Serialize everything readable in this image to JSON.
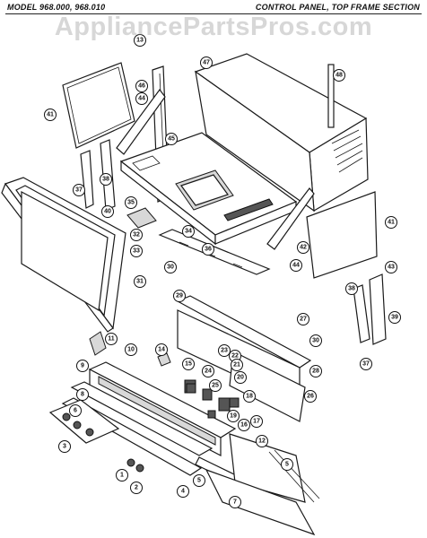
{
  "header": {
    "model": "MODEL 968.000, 968.010",
    "section": "CONTROL PANEL, TOP FRAME SECTION"
  },
  "watermark": "AppliancePartsPros.com",
  "callouts": [
    {
      "id": "c13",
      "label": "13"
    },
    {
      "id": "c47",
      "label": "47"
    },
    {
      "id": "c48",
      "label": "48"
    },
    {
      "id": "c41a",
      "label": "41"
    },
    {
      "id": "c46",
      "label": "46"
    },
    {
      "id": "c44a",
      "label": "44"
    },
    {
      "id": "c45",
      "label": "45"
    },
    {
      "id": "c37a",
      "label": "37"
    },
    {
      "id": "c38a",
      "label": "38"
    },
    {
      "id": "c40",
      "label": "40"
    },
    {
      "id": "c35",
      "label": "35"
    },
    {
      "id": "c34",
      "label": "34"
    },
    {
      "id": "c32",
      "label": "32"
    },
    {
      "id": "c33",
      "label": "33"
    },
    {
      "id": "c36",
      "label": "36"
    },
    {
      "id": "c30",
      "label": "30"
    },
    {
      "id": "c31",
      "label": "31"
    },
    {
      "id": "c41b",
      "label": "41"
    },
    {
      "id": "c42",
      "label": "42"
    },
    {
      "id": "c44b",
      "label": "44"
    },
    {
      "id": "c43",
      "label": "43"
    },
    {
      "id": "c38b",
      "label": "38"
    },
    {
      "id": "c39",
      "label": "39"
    },
    {
      "id": "c37b",
      "label": "37"
    },
    {
      "id": "c29",
      "label": "29"
    },
    {
      "id": "c27",
      "label": "27"
    },
    {
      "id": "c30b",
      "label": "30"
    },
    {
      "id": "c28",
      "label": "28"
    },
    {
      "id": "c26",
      "label": "26"
    },
    {
      "id": "c11",
      "label": "11"
    },
    {
      "id": "c10",
      "label": "10"
    },
    {
      "id": "c14",
      "label": "14"
    },
    {
      "id": "c9",
      "label": "9"
    },
    {
      "id": "c15",
      "label": "15"
    },
    {
      "id": "c23",
      "label": "23"
    },
    {
      "id": "c22",
      "label": "22"
    },
    {
      "id": "c24",
      "label": "24"
    },
    {
      "id": "c21",
      "label": "21"
    },
    {
      "id": "c25",
      "label": "25"
    },
    {
      "id": "c20",
      "label": "20"
    },
    {
      "id": "c8",
      "label": "8"
    },
    {
      "id": "c6",
      "label": "6"
    },
    {
      "id": "c18",
      "label": "18"
    },
    {
      "id": "c19",
      "label": "19"
    },
    {
      "id": "c17",
      "label": "17"
    },
    {
      "id": "c16",
      "label": "16"
    },
    {
      "id": "c12",
      "label": "12"
    },
    {
      "id": "c5",
      "label": "5"
    },
    {
      "id": "c3",
      "label": "3"
    },
    {
      "id": "c1",
      "label": "1"
    },
    {
      "id": "c2",
      "label": "2"
    },
    {
      "id": "c4",
      "label": "4"
    },
    {
      "id": "c5b",
      "label": "5"
    },
    {
      "id": "c7",
      "label": "7"
    }
  ]
}
